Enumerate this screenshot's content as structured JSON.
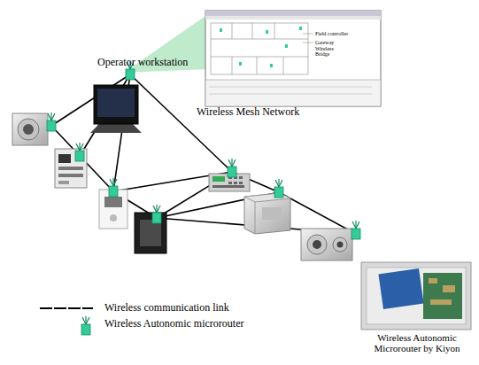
{
  "diagram": {
    "nodes": [
      {
        "text": [
          "Operator workstation"
        ]
      },
      {
        "text": [
          "Wireless Autonomic Microrouter by Kiyon"
        ]
      }
    ],
    "labels": [
      "Wireless Mesh Network",
      "Field controller",
      "Gateway Wireless Bridge"
    ],
    "legend": [
      {
        "text": "Wireless communication link"
      },
      {
        "text": "Wireless Autonomic microrouter"
      }
    ]
  }
}
